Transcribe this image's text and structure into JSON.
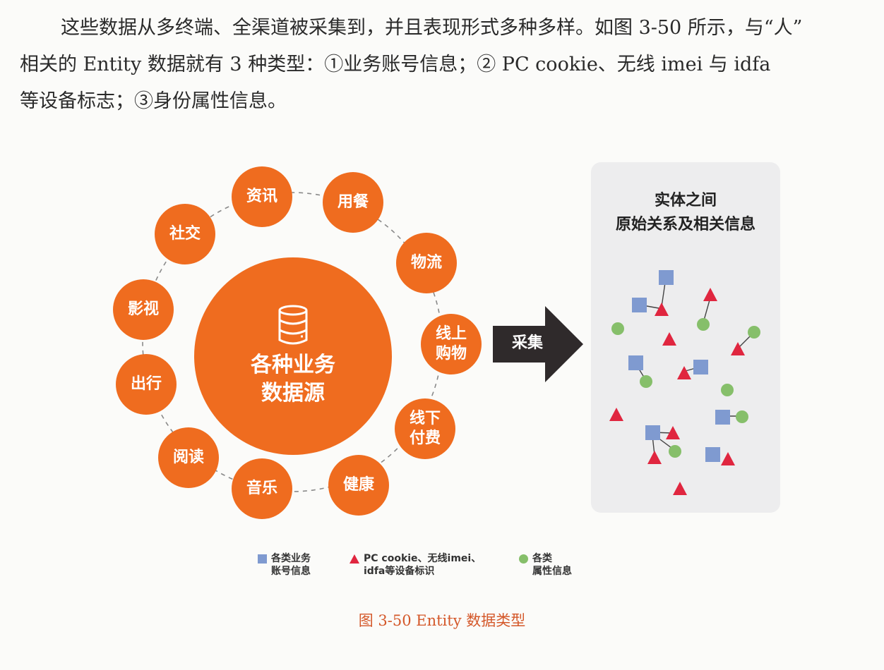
{
  "paragraph": {
    "lines": [
      "这些数据从多终端、全渠道被采集到，并且表现形式多种多样。如图 3-50 所示，与“人”",
      "相关的 Entity 数据就有 3 种类型：①业务账号信息；② PC  cookie、无线 imei 与 idfa",
      "等设备标志；③身份属性信息。"
    ]
  },
  "figure": {
    "center_label": "各种业务\n数据源",
    "center_icon": "database-icon",
    "sources": [
      {
        "key": "news",
        "label": "资讯"
      },
      {
        "key": "dining",
        "label": "用餐"
      },
      {
        "key": "logistics",
        "label": "物流"
      },
      {
        "key": "online-shopping",
        "label": "线上\n购物"
      },
      {
        "key": "offline-payment",
        "label": "线下\n付费"
      },
      {
        "key": "health",
        "label": "健康"
      },
      {
        "key": "music",
        "label": "音乐"
      },
      {
        "key": "reading",
        "label": "阅读"
      },
      {
        "key": "travel",
        "label": "出行"
      },
      {
        "key": "video",
        "label": "影视"
      },
      {
        "key": "social",
        "label": "社交"
      }
    ],
    "arrow_label": "采集",
    "panel_title": "实体之间\n原始关系及相关信息",
    "legend": [
      {
        "shape": "square",
        "label": "各类业务\n账号信息"
      },
      {
        "shape": "triangle",
        "label": "PC cookie、无线imei、\nidfa等设备标识"
      },
      {
        "shape": "circle",
        "label": "各类\n属性信息"
      }
    ],
    "caption": "图 3-50  Entity 数据类型"
  },
  "colors": {
    "orange": "#ef6c1f",
    "arrow": "#2f2a2b",
    "square": "#7f9ad0",
    "triangle": "#e0263f",
    "circle": "#86bf6a",
    "caption": "#d4582a"
  }
}
